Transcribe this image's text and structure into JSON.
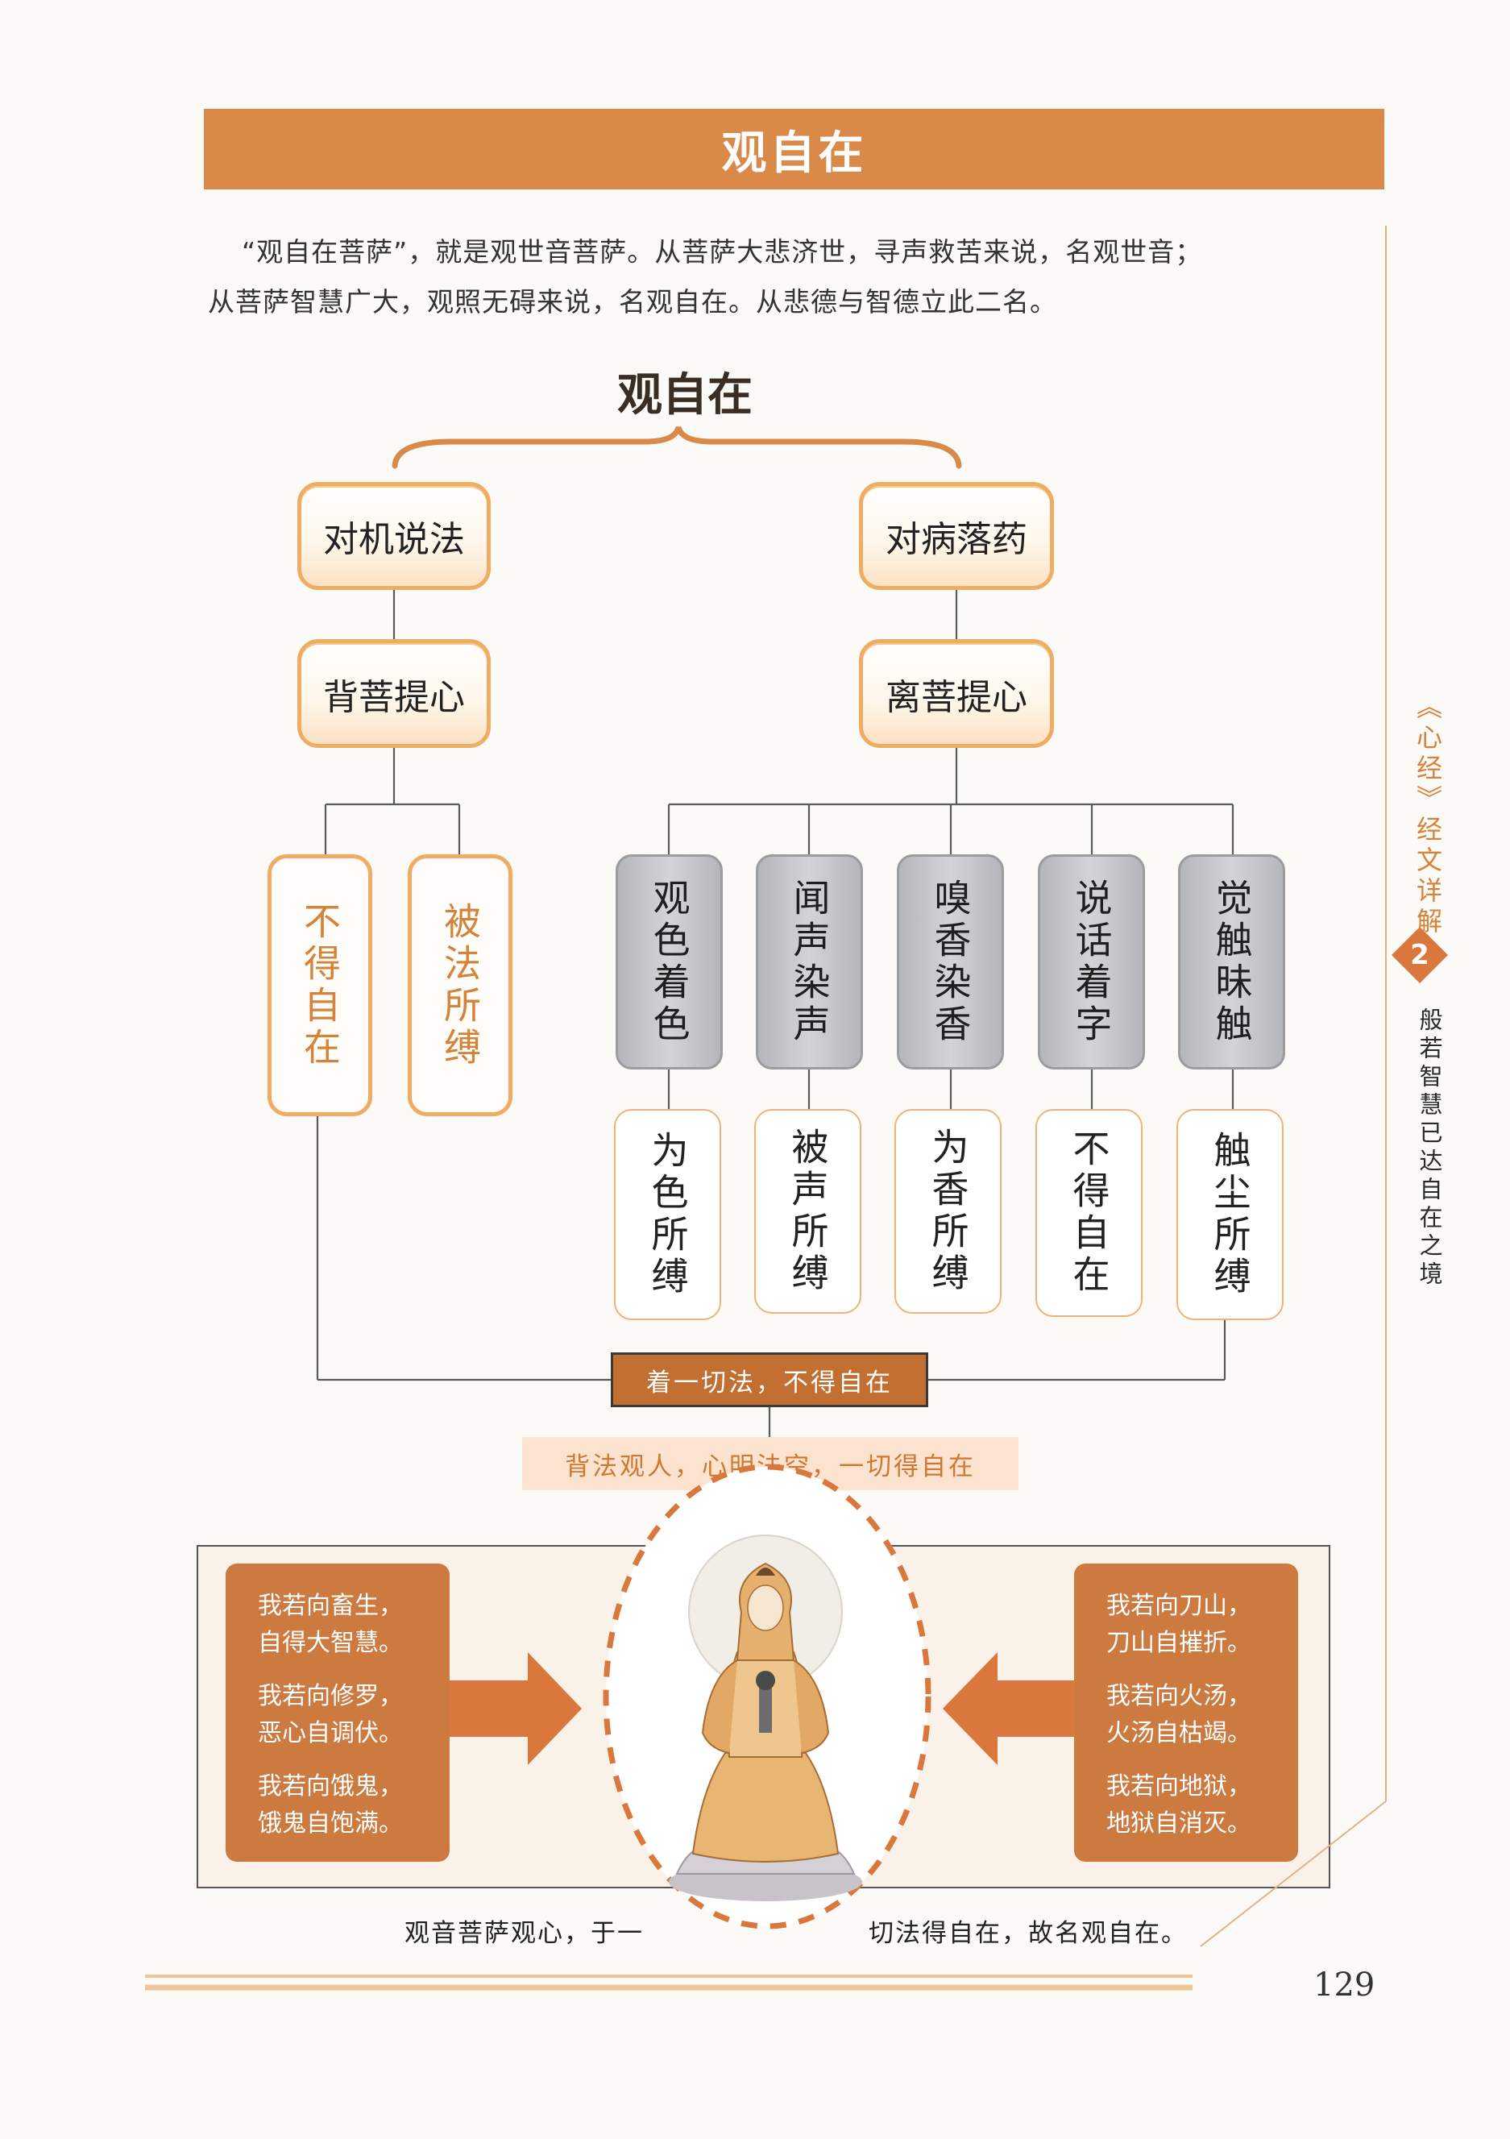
{
  "title": "观自在",
  "intro": {
    "line1": "“观自在菩萨”，就是观世音菩萨。从菩萨大悲济世，寻声救苦来说，名观世音；",
    "line2": "从菩萨智慧广大，观照无碍来说，名观自在。从悲德与智德立此二名。"
  },
  "diagram": {
    "root": "观自在",
    "left": {
      "top": "对机说法",
      "mid": "背菩提心",
      "leaves": [
        "不得自在",
        "被法所缚"
      ]
    },
    "right": {
      "top": "对病落药",
      "mid": "离菩提心",
      "senses": [
        "观色着色",
        "闻声染声",
        "嗅香染香",
        "说话着字",
        "觉触昧触"
      ],
      "results": [
        "为色所缚",
        "被声所缚",
        "为香所缚",
        "不得自在",
        "触尘所缚"
      ]
    },
    "merge_label": "着一切法，不得自在",
    "conclusion": "背法观人，心明法空，一切得自在"
  },
  "verses": {
    "left": [
      [
        "我若向畜生，",
        "自得大智慧。"
      ],
      [
        "我若向修罗，",
        "恶心自调伏。"
      ],
      [
        "我若向饿鬼，",
        "饿鬼自饱满。"
      ]
    ],
    "right": [
      [
        "我若向刀山，",
        "刀山自摧折。"
      ],
      [
        "我若向火汤，",
        "火汤自枯竭。"
      ],
      [
        "我若向地狱，",
        "地狱自消灭。"
      ]
    ]
  },
  "caption": {
    "part1": "观音菩萨观心，于一",
    "part2": "切法得自在，故名观自在。"
  },
  "side": {
    "chapter": "《心经》经文详解",
    "number": "2",
    "subtitle": "般若智慧已达自在之境"
  },
  "page_number": "129",
  "colors": {
    "accent": "#d98a48",
    "box_border": "#efad63",
    "dark_label": "#c46f32",
    "light_label": "#fbe3cf",
    "verse_panel": "#cc7a3f",
    "gray_box": "#b4b6ba"
  },
  "icons": {
    "figure": "guanyin-bodhisattva-illustration",
    "arrows": "arrow-right-icon, arrow-left-icon"
  }
}
